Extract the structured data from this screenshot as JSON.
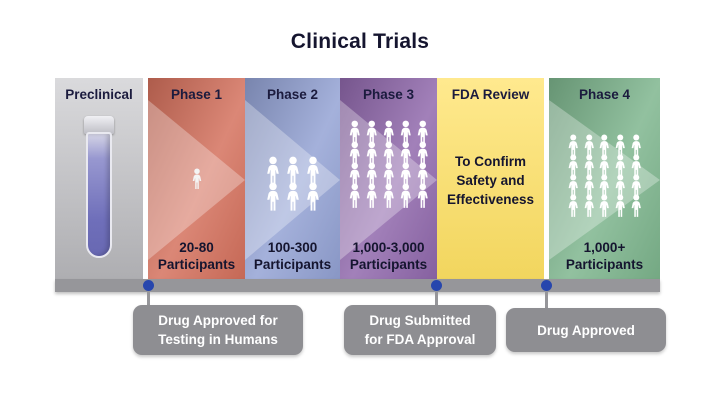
{
  "title": "Clinical Trials",
  "stages": {
    "preclinical": {
      "label": "Preclinical"
    },
    "phase1": {
      "label": "Phase 1",
      "participants": "20-80",
      "participants_word": "Participants"
    },
    "phase2": {
      "label": "Phase 2",
      "participants": "100-300",
      "participants_word": "Participants"
    },
    "phase3": {
      "label": "Phase 3",
      "participants": "1,000-3,000",
      "participants_word": "Participants"
    },
    "fda_review": {
      "label": "FDA Review",
      "note_line1": "To Confirm",
      "note_line2": "Safety and",
      "note_line3": "Effectiveness"
    },
    "phase4": {
      "label": "Phase 4",
      "participants": "1,000+",
      "participants_word": "Participants"
    }
  },
  "callouts": {
    "approved_testing": {
      "line1": "Drug Approved for",
      "line2": "Testing in Humans"
    },
    "submitted": {
      "line1": "Drug Submitted",
      "line2": "for FDA Approval"
    },
    "approved": {
      "line1": "Drug Approved"
    }
  },
  "colors": {
    "preclinical_bg": "#c6c6ca",
    "phase1_bg": "#d4705c",
    "phase2_bg": "#93a2d4",
    "phase3_bg": "#9068ac",
    "fda_bg": "#ffe163",
    "phase4_bg": "#7db58d",
    "timeline_bar": "#96969a",
    "callout_bg": "#8e8e92",
    "dot": "#2746ad",
    "heading_text": "#1b1b3e",
    "body_text": "#15152f"
  }
}
